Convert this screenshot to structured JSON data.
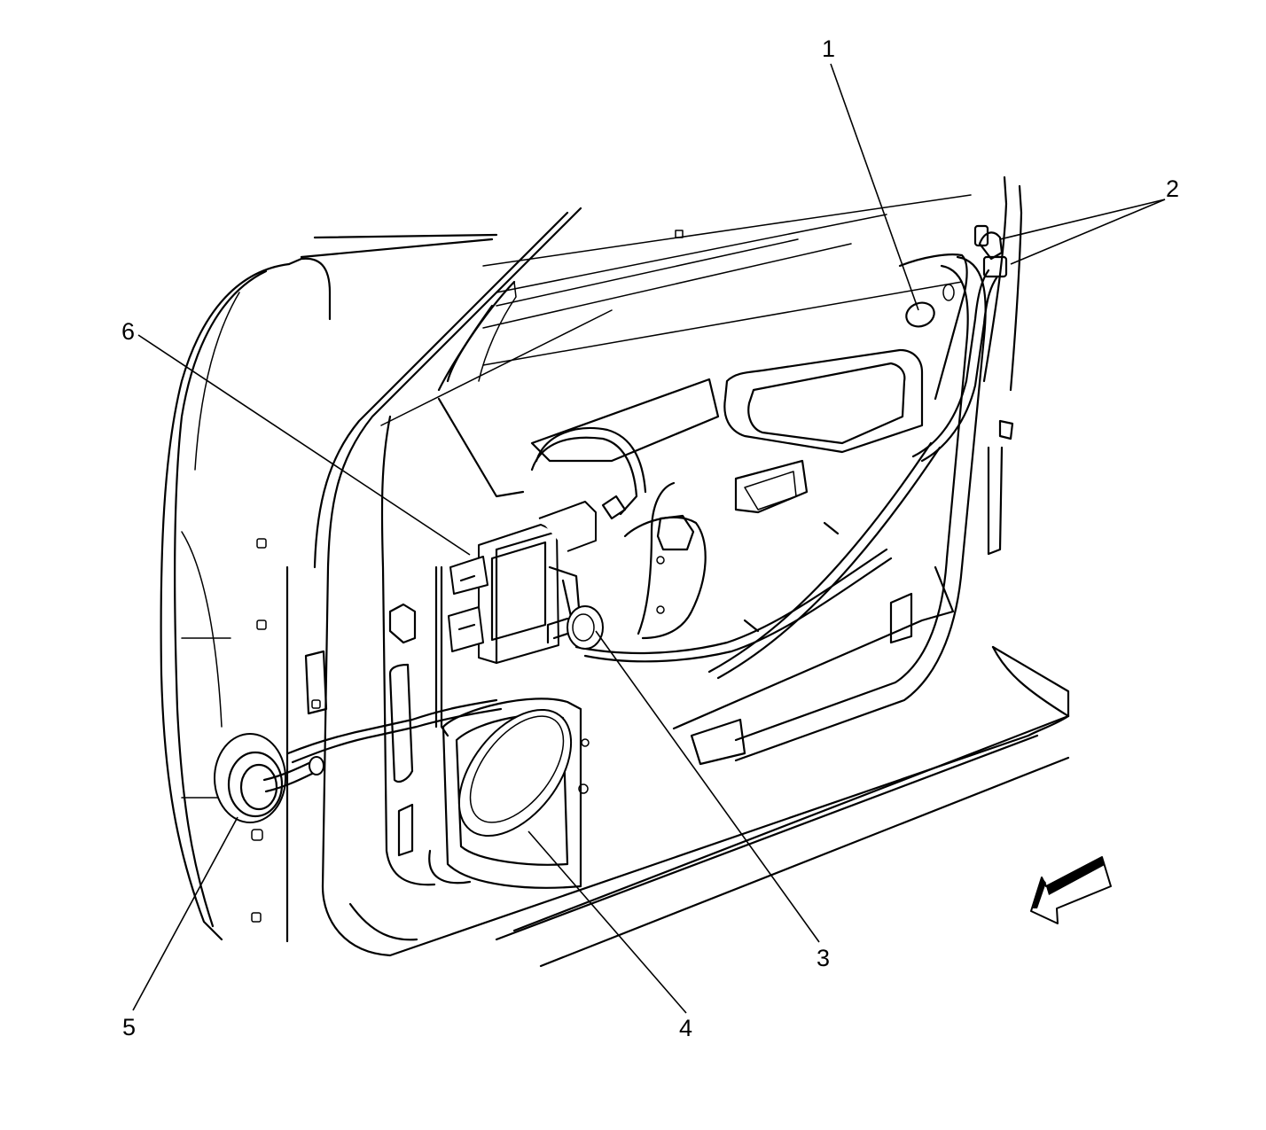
{
  "callouts": [
    {
      "id": "1",
      "label": "1"
    },
    {
      "id": "2",
      "label": "2"
    },
    {
      "id": "3",
      "label": "3"
    },
    {
      "id": "4",
      "label": "4"
    },
    {
      "id": "5",
      "label": "5"
    },
    {
      "id": "6",
      "label": "6"
    }
  ],
  "icons": {
    "view_direction": "view-direction-arrow-icon"
  }
}
